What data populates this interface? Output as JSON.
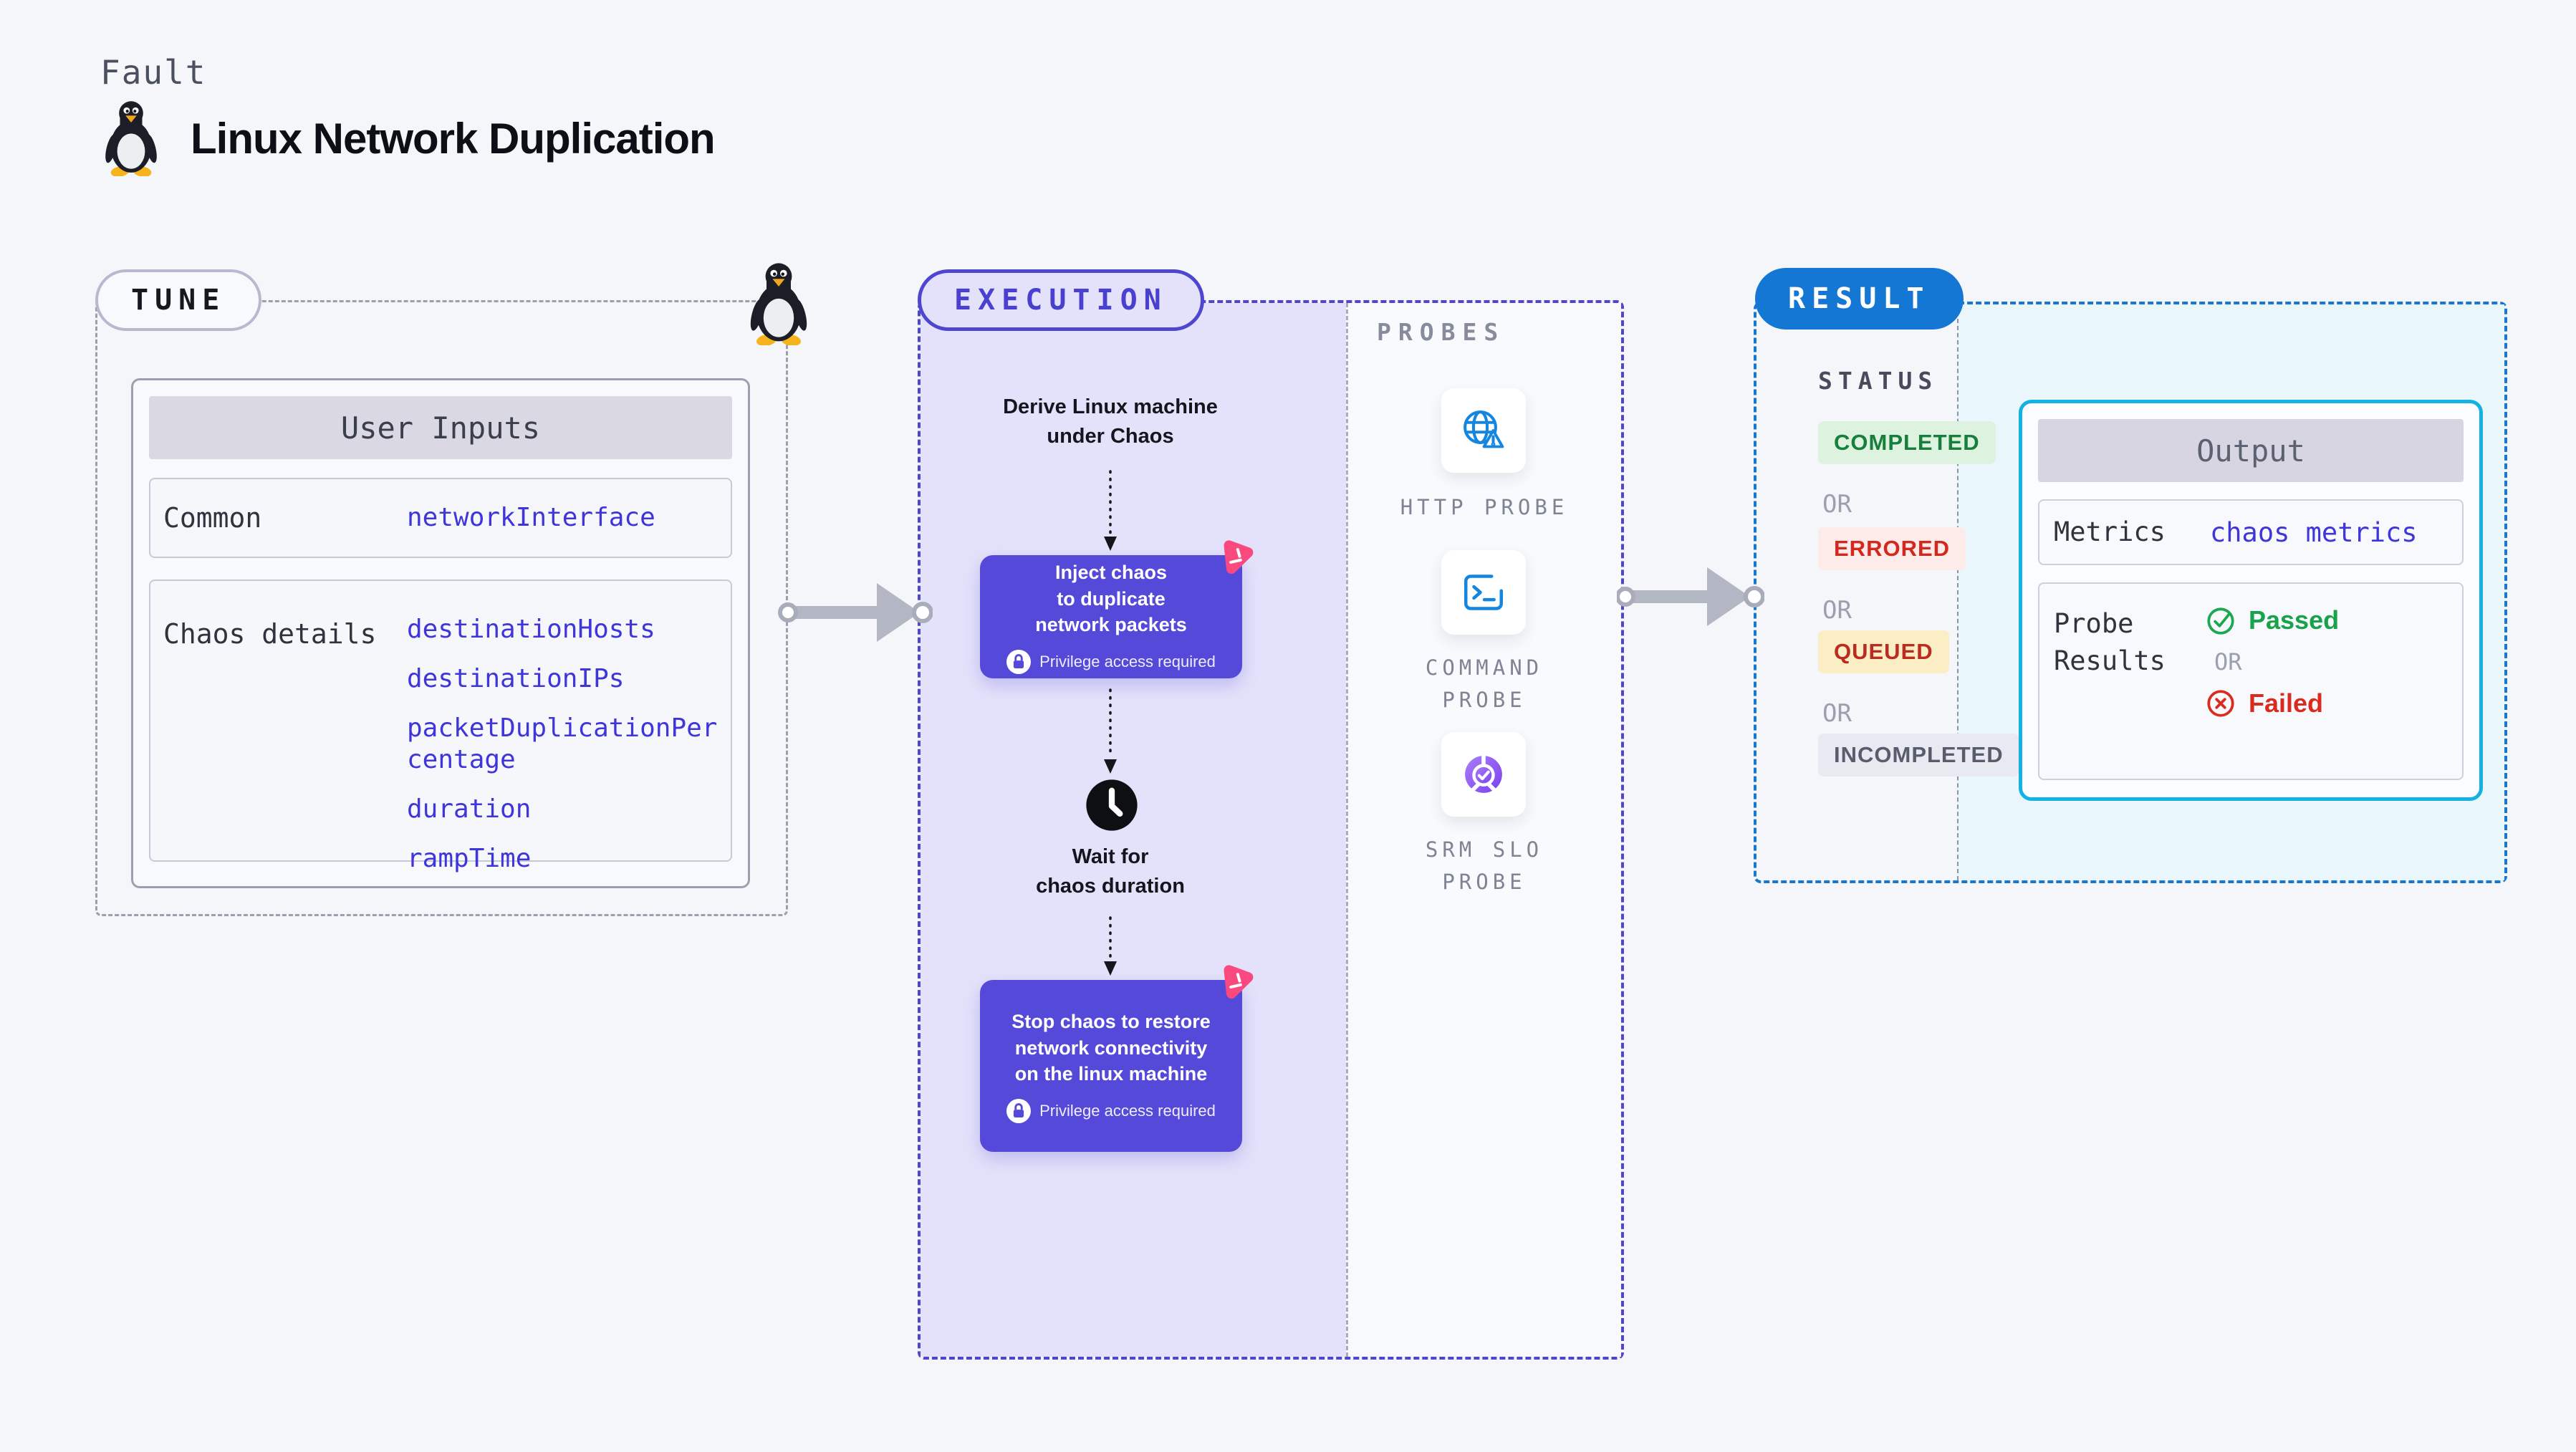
{
  "header": {
    "kicker": "Fault",
    "title": "Linux Network Duplication"
  },
  "tune": {
    "badge": "TUNE",
    "table": {
      "title": "User Inputs",
      "rows": [
        {
          "label": "Common",
          "values": [
            "networkInterface"
          ]
        },
        {
          "label": "Chaos details",
          "values": [
            "destinationHosts",
            "destinationIPs",
            "packetDuplicationPercentage",
            "duration",
            "rampTime"
          ]
        }
      ]
    }
  },
  "execution": {
    "badge": "EXECUTION",
    "derive_step": "Derive Linux machine under Chaos",
    "inject_step": "Inject chaos to duplicate network packets",
    "wait_step": "Wait for chaos duration",
    "stop_step": "Stop chaos to restore network connectivity on the linux machine",
    "privilege_note": "Privilege access required"
  },
  "probes": {
    "title": "PROBES",
    "items": [
      {
        "label": "HTTP PROBE",
        "icon": "globe-warning-icon"
      },
      {
        "label": "COMMAND PROBE",
        "icon": "terminal-icon"
      },
      {
        "label": "SRM SLO PROBE",
        "icon": "slo-donut-icon"
      }
    ]
  },
  "result": {
    "badge": "RESULT",
    "status_title": "STATUS",
    "or_label": "OR",
    "statuses": [
      {
        "label": "COMPLETED",
        "tone": "green"
      },
      {
        "label": "ERRORED",
        "tone": "red"
      },
      {
        "label": "QUEUED",
        "tone": "yellow"
      },
      {
        "label": "INCOMPLETED",
        "tone": "gray"
      }
    ],
    "output": {
      "title": "Output",
      "metrics_label": "Metrics",
      "metrics_value": "chaos metrics",
      "probe_results_label": "Probe Results",
      "passed_label": "Passed",
      "failed_label": "Failed"
    }
  },
  "icons": {
    "fault_icon": "linux-tux-icon",
    "step_brand": "chaos-faults-brand-icon",
    "privilege": "lock-icon",
    "wait": "clock-icon",
    "passed": "check-circle-icon",
    "failed": "x-circle-icon",
    "connector": "flow-arrow-icon"
  },
  "colors": {
    "page_bg": "#f4f6fa",
    "indigo_accent": "#4f46cf",
    "step_purple": "#5449d8",
    "lavender_bg": "#e4e2fa",
    "result_blue": "#1377d3",
    "output_border": "#16b1e3",
    "cyan_bg": "#e9f6fb",
    "value_indigo": "#3e35da",
    "green": "#177e3b",
    "red": "#d3281d",
    "brand_pink": "#f9497f",
    "probe_blue": "#1486e0"
  }
}
